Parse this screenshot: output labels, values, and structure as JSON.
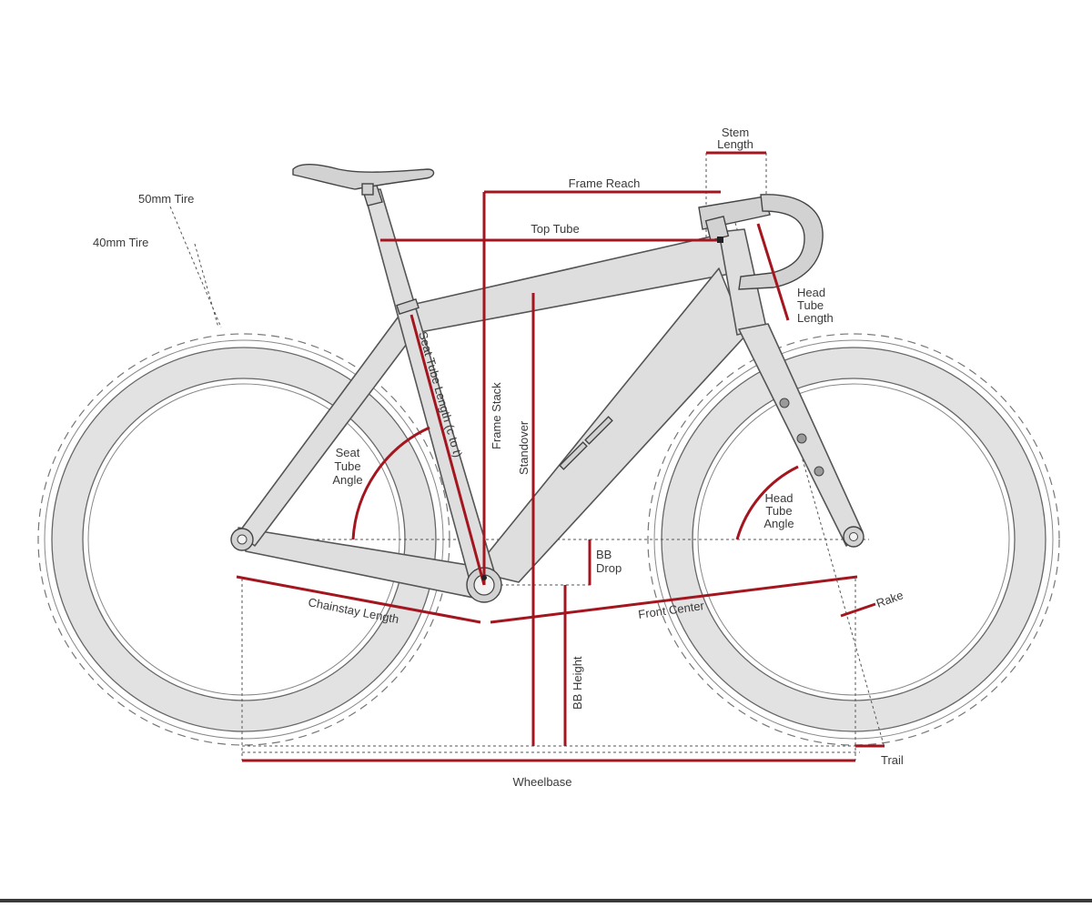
{
  "diagram": {
    "labels": {
      "stem_length": [
        "Stem",
        "Length"
      ],
      "frame_reach": "Frame Reach",
      "top_tube": "Top Tube",
      "tire_50": "50mm Tire",
      "tire_40": "40mm Tire",
      "head_tube_length": [
        "Head",
        "Tube",
        "Length"
      ],
      "seat_tube_length": "Seat Tube Length (c to t)",
      "frame_stack": "Frame Stack",
      "standover": "Standover",
      "seat_tube_angle": [
        "Seat",
        "Tube",
        "Angle"
      ],
      "head_tube_angle": [
        "Head",
        "Tube",
        "Angle"
      ],
      "bb_drop": [
        "BB",
        "Drop"
      ],
      "chainstay_length": "Chainstay Length",
      "front_center": "Front Center",
      "rake": "Rake",
      "bb_height": "BB Height",
      "trail": "Trail",
      "wheelbase": "Wheelbase"
    },
    "colors": {
      "dimension": "#a3161f",
      "frame": "#dedede",
      "tire": "#e2e2e2",
      "outline": "#555555",
      "text": "#3a3a3a"
    }
  }
}
